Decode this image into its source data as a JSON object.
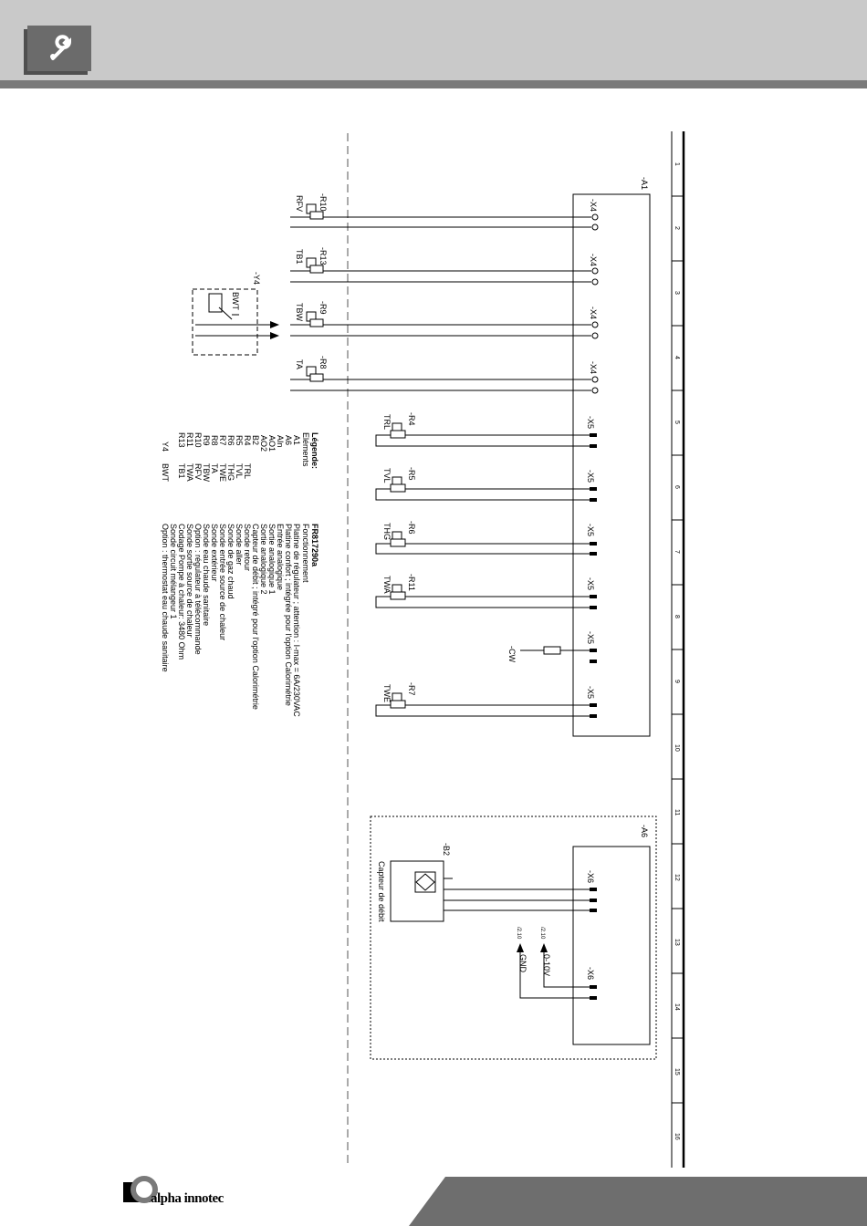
{
  "header": {
    "icon": "wrench-icon"
  },
  "ruler": {
    "numbers": [
      "1",
      "2",
      "3",
      "4",
      "5",
      "6",
      "7",
      "8",
      "9",
      "10",
      "11",
      "12",
      "13",
      "14",
      "15",
      "16"
    ]
  },
  "modules": {
    "a1": {
      "label": "-A1"
    },
    "a6": {
      "label": "-A6"
    }
  },
  "terminals": {
    "x4": "-X4",
    "x5": "-X5",
    "x6": "-X6"
  },
  "sensors": [
    {
      "ref": "-R10",
      "name": "RFV"
    },
    {
      "ref": "-R13",
      "name": "TB1"
    },
    {
      "ref": "-R9",
      "name": "TBW"
    },
    {
      "ref": "-R8",
      "name": "TA"
    },
    {
      "ref": "-R4",
      "name": "TRL"
    },
    {
      "ref": "-R5",
      "name": "TVL"
    },
    {
      "ref": "-R6",
      "name": "THG"
    },
    {
      "ref": "-R11",
      "name": "TWA"
    },
    {
      "ref": "-CW",
      "name": ""
    },
    {
      "ref": "-R7",
      "name": "TWE"
    }
  ],
  "thermostat": {
    "ref": "-Y4",
    "name": "BWT"
  },
  "flow_sensor": {
    "ref": "-B2",
    "name": "Capteur de débit",
    "sig1": "0-10V",
    "sig2": "GND",
    "xref1": "/2.10",
    "xref2": "/2.10"
  },
  "legend": {
    "title": "Légende:",
    "subtitle": "Eléments",
    "codes": [
      "A1",
      "A6",
      "AIn",
      "AO1",
      "AO2",
      "B2",
      "R4",
      "R5",
      "R6",
      "R7",
      "R8",
      "R9",
      "R10",
      "R11",
      "R13",
      "Y4"
    ],
    "names": [
      "",
      "",
      "",
      "",
      "",
      "",
      "TRL",
      "TVL",
      "THG",
      "TWE",
      "TA",
      "TBW",
      "RFV",
      "TWA",
      "TB1",
      "BWT"
    ],
    "order_title": "FR817290a",
    "descriptions": [
      "Fonctionnement",
      "Platine de régulateur ; attention : I-max = 6A/230VAC",
      "Platine confort ; intégrée pour l'option Calorimétrie",
      "Entrée analogique",
      "Sortie analogique 1",
      "Sortie analogique 2",
      "Capteur de débit ; intégré pour l'option Calorimétrie",
      "Sonde retour",
      "Sonde aller",
      "Sonde de gaz chaud",
      "Sonde entrée source de chaleur",
      "Sonde extérieur",
      "Sonde eau chaude sanitaire",
      "Option : régulateur à télécommande",
      "Sonde sortie source de chaleur",
      "Codage Pompe à chaleur: 3480 Ohm",
      "Sonde circuit mélangeur 1",
      "Option : thermostat eau chaude sanitaire"
    ]
  },
  "footer": {
    "brand": "alpha innotec"
  },
  "colors": {
    "header": "#c9c9c9",
    "rule": "#7a7a7a",
    "tile": "#6b6b6b",
    "footer": "#6e6e6e"
  }
}
